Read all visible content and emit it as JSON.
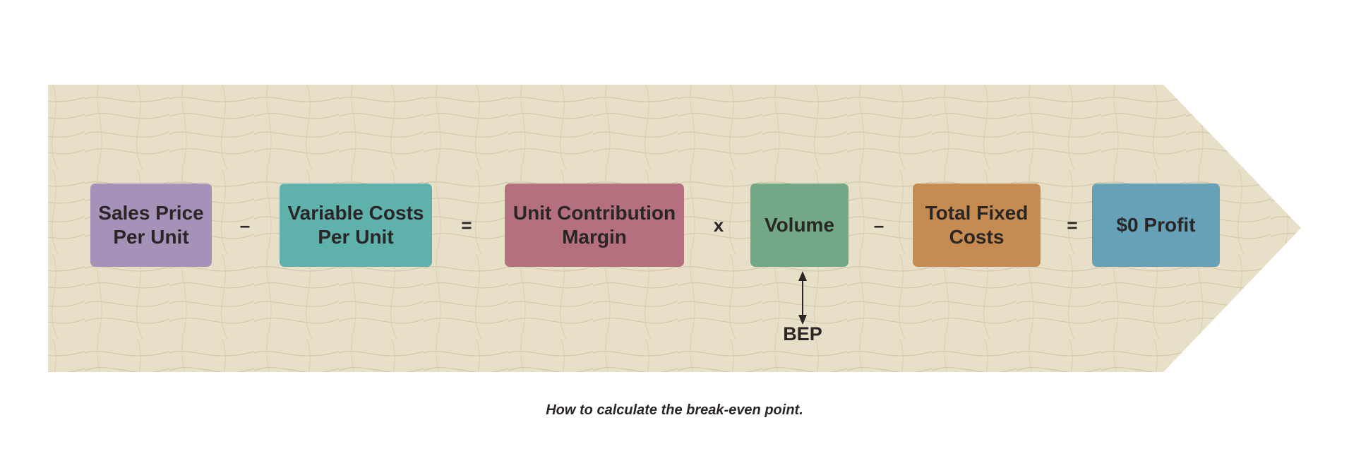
{
  "diagram": {
    "boxes": [
      {
        "label": "Sales Price\nPer Unit",
        "color": "#a691b8"
      },
      {
        "label": "Variable Costs\nPer Unit",
        "color": "#5fb1ab"
      },
      {
        "label": "Unit Contribution\nMargin",
        "color": "#b4707f"
      },
      {
        "label": "Volume",
        "color": "#72a885"
      },
      {
        "label": "Total Fixed\nCosts",
        "color": "#c58b50"
      },
      {
        "label": "$0 Profit",
        "color": "#66a1b8"
      }
    ],
    "operators": [
      "–",
      "=",
      "x",
      "–",
      "="
    ],
    "bep_label": "BEP",
    "background_color": "#e8dfc8",
    "pattern_color": "#cfc4a8"
  },
  "caption": "How to calculate the break-even point."
}
